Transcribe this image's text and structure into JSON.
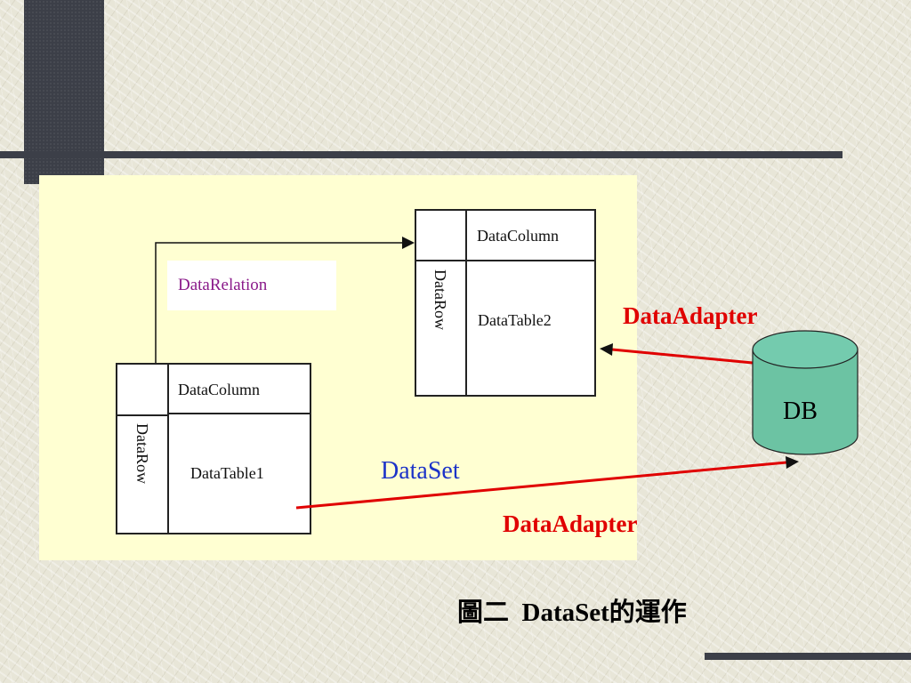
{
  "diagram": {
    "relation_label": "DataRelation",
    "dataset_label": "DataSet",
    "table1": {
      "column_label": "DataColumn",
      "row_label": "DataRow",
      "table_label": "DataTable1"
    },
    "table2": {
      "column_label": "DataColumn",
      "row_label": "DataRow",
      "table_label": "DataTable2"
    },
    "database_label": "DB",
    "adapter_top_label": "DataAdapter",
    "adapter_bottom_label": "DataAdapter",
    "caption": "圖二  DataSet的運作"
  },
  "colors": {
    "panel_background": "#ffffd2",
    "adapter_arrow": "#e00000",
    "relation_text": "#8a1a8a",
    "dataset_text": "#1c33c8",
    "db_fill": "#6cc3a3",
    "decor_dark": "#3c3f48"
  }
}
